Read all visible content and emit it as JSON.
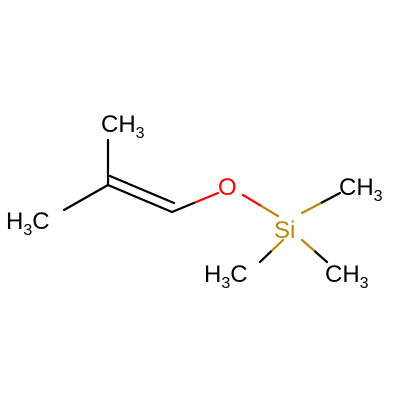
{
  "molecule": {
    "atoms": {
      "methyl_top": {
        "symbol": "CH",
        "count": "3",
        "color": "#000000"
      },
      "methyl_left": {
        "symbol": "H",
        "count": "3",
        "tail": "C",
        "color": "#000000"
      },
      "oxygen": {
        "symbol": "O",
        "color": "#ff0000"
      },
      "silicon": {
        "symbol": "Si",
        "color": "#b8860b"
      },
      "si_methyl_right": {
        "symbol": "CH",
        "count": "3",
        "color": "#000000"
      },
      "si_methyl_bottom_left": {
        "symbol": "H",
        "count": "3",
        "tail": "C",
        "color": "#000000"
      },
      "si_methyl_bottom_right": {
        "symbol": "CH",
        "count": "3",
        "color": "#000000"
      }
    },
    "colors": {
      "bond": "#000000",
      "oxygen": "#ff0000",
      "silicon": "#b8860b"
    }
  }
}
